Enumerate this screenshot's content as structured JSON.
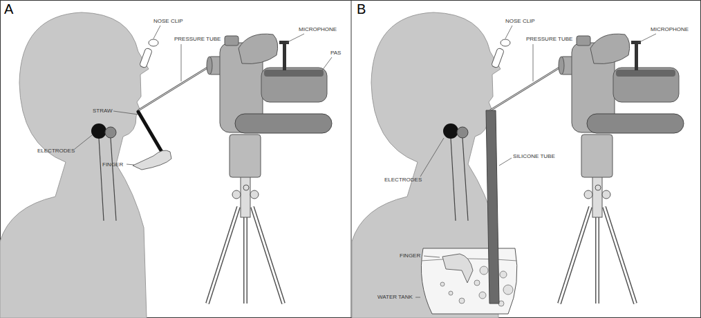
{
  "diagram": {
    "labels": [
      "A",
      "NOSE CLIP",
      "PRESSURE TUBE",
      "MICROPHONE",
      "STRAW",
      "PAS",
      "ELECTRODES",
      "FINGER",
      "B",
      "NOSE CLIP",
      "PRESSURE TUBE",
      "MICROPHONE",
      "ELECTRODES",
      "SILICONE TUBE",
      "FINGER",
      "WATER TANK"
    ]
  }
}
